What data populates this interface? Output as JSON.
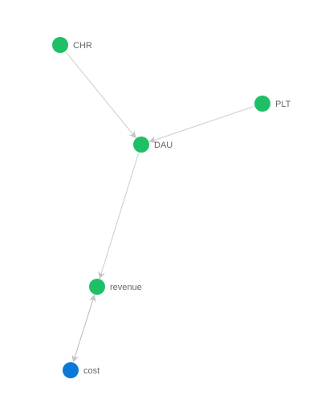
{
  "colors": {
    "node_primary": "#1fbf68",
    "node_target": "#0a78d8",
    "edge": "#cccccc",
    "label": "#666666"
  },
  "graph": {
    "nodes": [
      {
        "id": "CHR",
        "label": "CHR",
        "color": "#1fbf68"
      },
      {
        "id": "PLT",
        "label": "PLT",
        "color": "#1fbf68"
      },
      {
        "id": "DAU",
        "label": "DAU",
        "color": "#1fbf68"
      },
      {
        "id": "revenue",
        "label": "revenue",
        "color": "#1fbf68"
      },
      {
        "id": "cost",
        "label": "cost",
        "color": "#0a78d8"
      }
    ],
    "edges": [
      {
        "from": "CHR",
        "to": "DAU",
        "direction": "forward"
      },
      {
        "from": "PLT",
        "to": "DAU",
        "direction": "forward"
      },
      {
        "from": "DAU",
        "to": "revenue",
        "direction": "forward"
      },
      {
        "from": "revenue",
        "to": "cost",
        "direction": "both"
      }
    ]
  }
}
